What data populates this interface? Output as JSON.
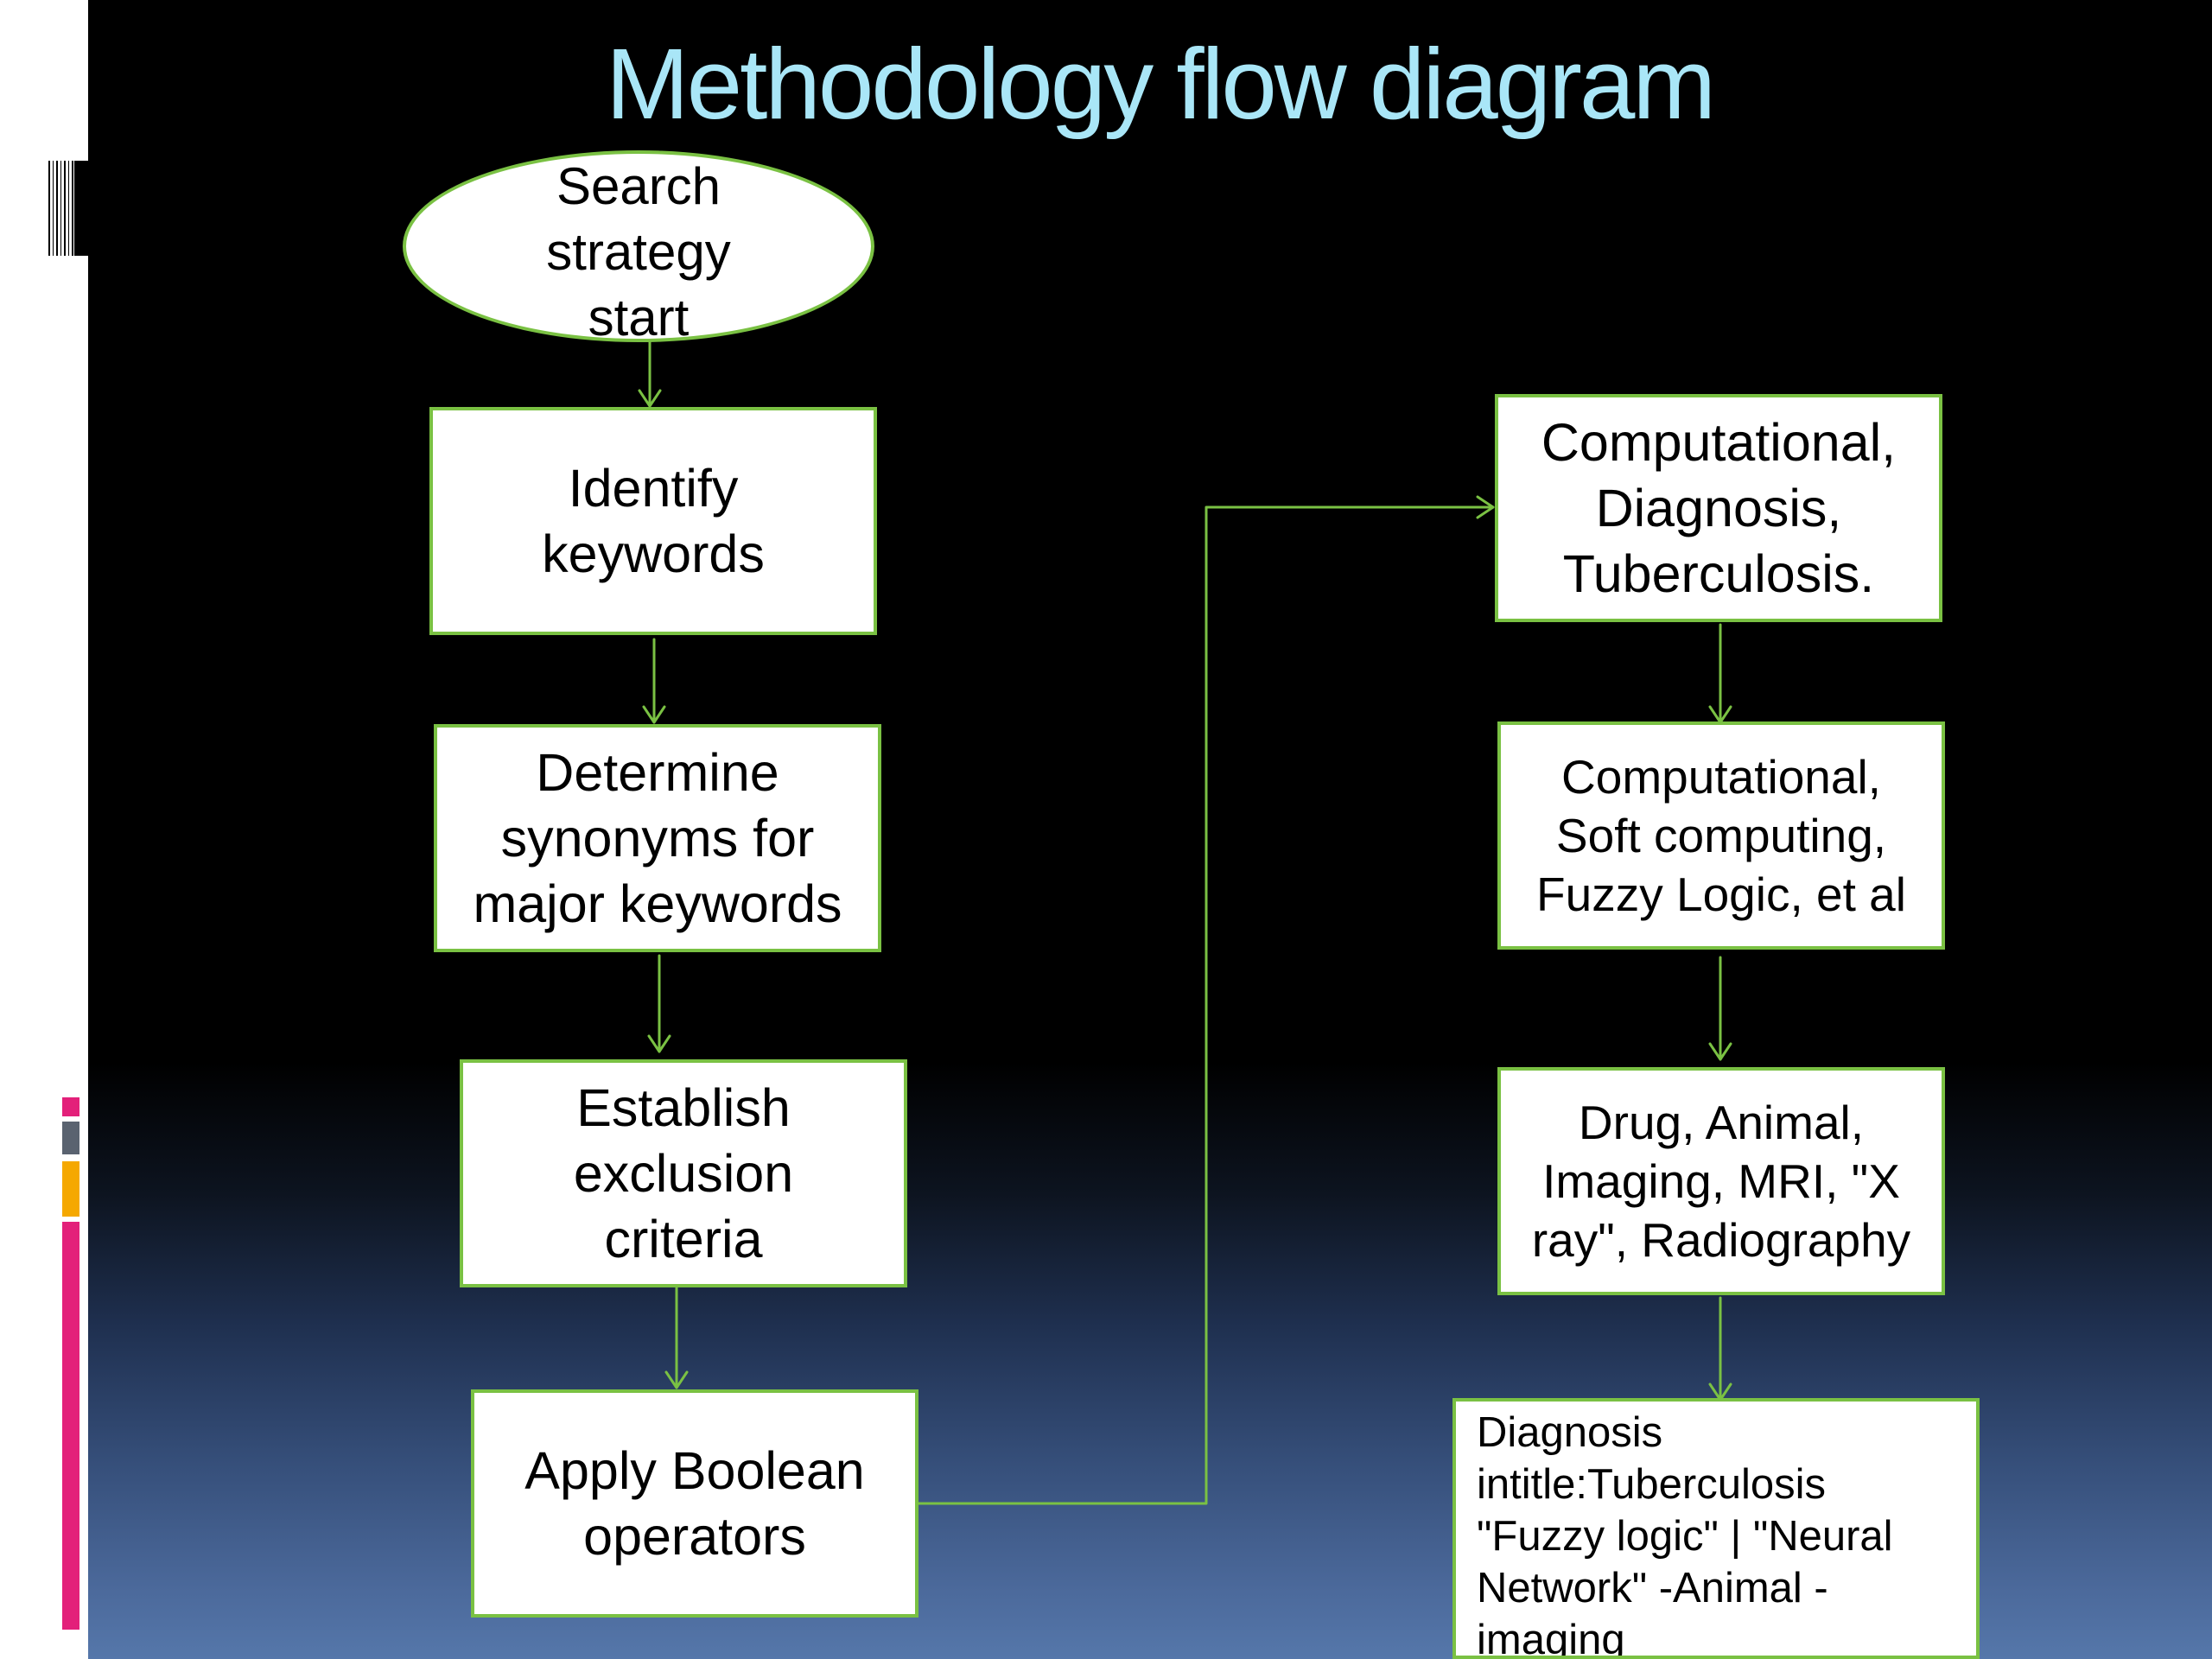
{
  "slide": {
    "title": "Methodology flow diagram"
  },
  "colors": {
    "title": "#a9e6f7",
    "box_border": "#7ac143",
    "connector": "#7ac143",
    "box_fill": "#ffffff",
    "accent_pink": "#e3207a",
    "accent_gray": "#5a6370",
    "accent_orange": "#f5a800"
  },
  "nodes": {
    "start": "Search\nstrategy\nstart",
    "identify": "Identify\nkeywords",
    "synonyms": "Determine\nsynonyms for\nmajor keywords",
    "exclusion": "Establish\nexclusion\ncriteria",
    "boolean": "Apply Boolean\noperators",
    "comp1": "Computational,\nDiagnosis,\nTuberculosis.",
    "comp2": "Computational,\nSoft computing,\nFuzzy Logic, et al",
    "drug": "Drug, Animal,\nImaging, MRI, \"X\nray\", Radiography",
    "query": "Diagnosis\nintitle:Tuberculosis\n\"Fuzzy logic\" | \"Neural\nNetwork\" -Animal -\nimaging"
  }
}
